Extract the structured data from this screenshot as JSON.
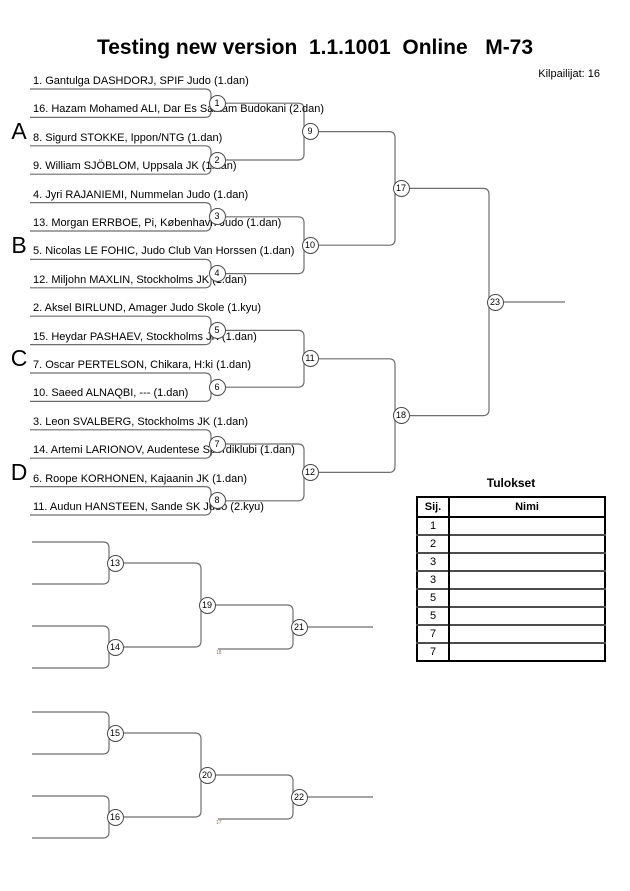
{
  "header": {
    "title": "Testing new version  1.1.1001  Online   M-73",
    "participants_label": "Kilpailijat: 16"
  },
  "bracket": {
    "groups": [
      {
        "letter": "A",
        "players": [
          "1. Gantulga DASHDORJ, SPIF Judo (1.dan)",
          "16. Hazam Mohamed ALI, Dar Es Salaam Budokani (2.dan)",
          "8. Sigurd STOKKE, Ippon/NTG (1.dan)",
          "9. William SJÖBLOM, Uppsala JK (1.dan)"
        ]
      },
      {
        "letter": "B",
        "players": [
          "4. Jyri RAJANIEMI, Nummelan Judo (1.dan)",
          "13. Morgan ERRBOE, Pi, København Judo (1.dan)",
          "5. Nicolas LE FOHIC, Judo Club Van Horssen (1.dan)",
          "12. Miljohn MAXLIN, Stockholms JK (1.dan)"
        ]
      },
      {
        "letter": "C",
        "players": [
          "2. Aksel BIRLUND, Amager Judo Skole (1.kyu)",
          "15. Heydar PASHAEV, Stockholms JK (1.dan)",
          "7. Oscar PERTELSON, Chikara, H:ki (1.dan)",
          "10. Saeed ALNAQBI, --- (1.dan)"
        ]
      },
      {
        "letter": "D",
        "players": [
          "3. Leon SVALBERG, Stockholms JK (1.dan)",
          "14. Artemi LARIONOV, Audentese Spordiklubi (1.dan)",
          "6. Roope KORHONEN, Kajaanin JK (1.dan)",
          "11. Audun HANSTEEN, Sande SK Judo (2.kyu)"
        ]
      }
    ],
    "matches": {
      "round1": [
        "1",
        "2",
        "3",
        "4",
        "5",
        "6",
        "7",
        "8"
      ],
      "round2": [
        "9",
        "10",
        "11",
        "12"
      ],
      "semifinals": [
        "17",
        "18"
      ],
      "final": "23"
    }
  },
  "repechage": {
    "upper": {
      "quarters": [
        "13",
        "14"
      ],
      "semi": "19",
      "bronze": "21",
      "feed_label": "18"
    },
    "lower": {
      "quarters": [
        "15",
        "16"
      ],
      "semi": "20",
      "bronze": "22",
      "feed_label": "17"
    }
  },
  "results": {
    "title": "Tulokset",
    "headers": {
      "place": "Sij.",
      "name": "Nimi"
    },
    "rows": [
      {
        "place": "1",
        "name": ""
      },
      {
        "place": "2",
        "name": ""
      },
      {
        "place": "3",
        "name": ""
      },
      {
        "place": "3",
        "name": ""
      },
      {
        "place": "5",
        "name": ""
      },
      {
        "place": "5",
        "name": ""
      },
      {
        "place": "7",
        "name": ""
      },
      {
        "place": "7",
        "name": ""
      }
    ]
  }
}
